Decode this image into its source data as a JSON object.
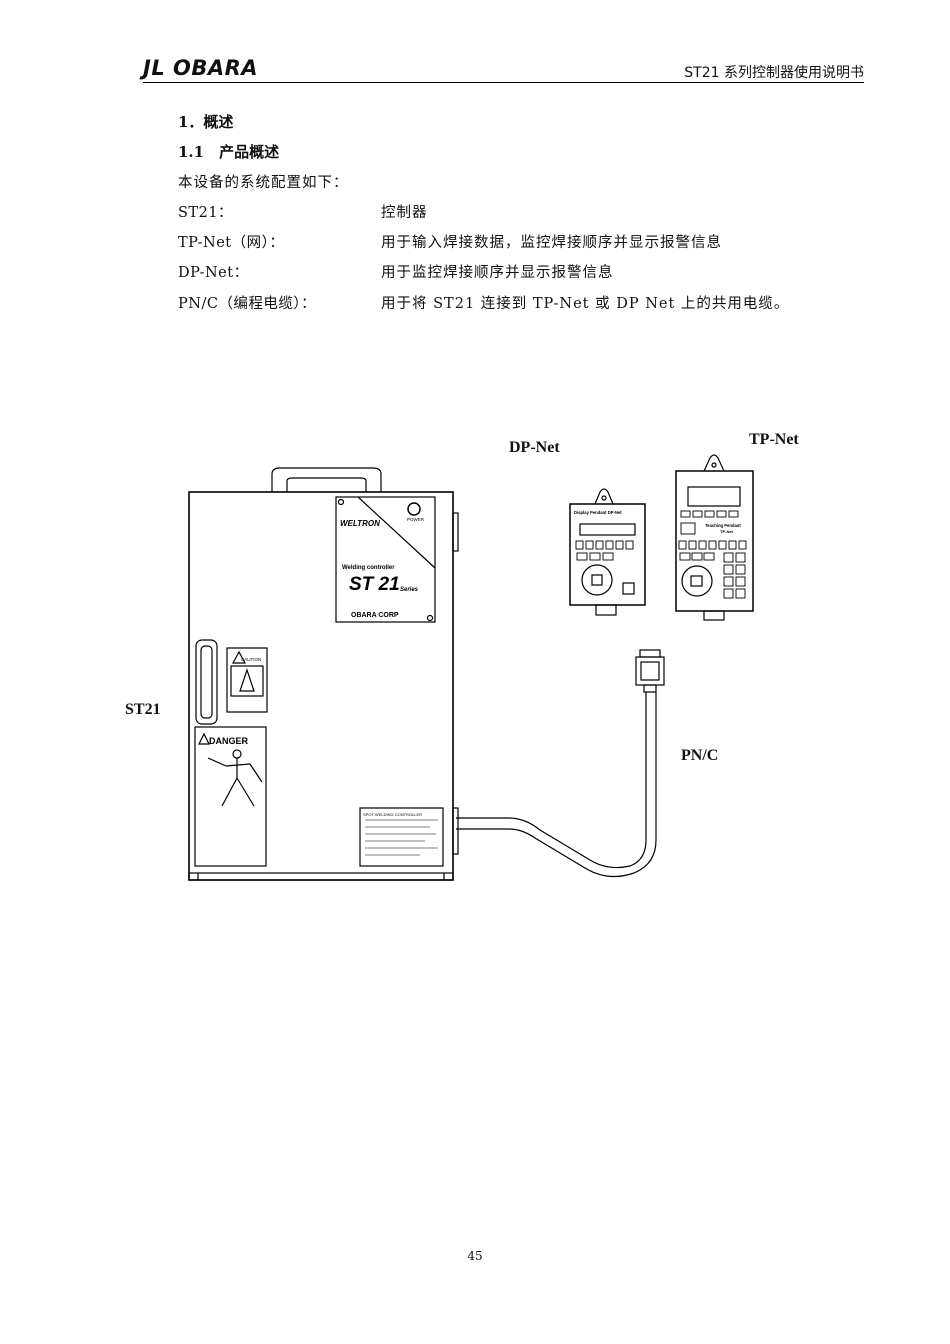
{
  "header": {
    "logo_text": "JL OBARA",
    "doc_title": "ST21 系列控制器使用说明书"
  },
  "section": {
    "heading": "1．概述",
    "subheading": "1.1　产品概述",
    "intro": "本设备的系统配置如下："
  },
  "components": [
    {
      "term": "ST21：",
      "desc": "控制器"
    },
    {
      "term": "TP-Net（网）：",
      "desc": "用于输入焊接数据，监控焊接顺序并显示报警信息"
    },
    {
      "term": "DP-Net：",
      "desc": "用于监控焊接顺序并显示报警信息"
    },
    {
      "term": "PN/C（编程电缆）：",
      "desc": "用于将 ST21 连接到 TP-Net 或 DP Net  上的共用电缆。"
    }
  ],
  "figure": {
    "label_dpnet": "DP-Net",
    "label_tpnet": "TP-Net",
    "label_st21": "ST21",
    "label_pnc": "PN/C",
    "panel_brand": "WELTRON",
    "panel_power": "POWER",
    "panel_subtitle": "Welding controller",
    "panel_model": "ST 21",
    "panel_series": "Series",
    "panel_maker": "OBARA CORP",
    "caution_text": "CAUTION",
    "danger_text": "DANGER",
    "dp_header": "Display Pendant   DP-Net",
    "tp_header": "Teaching Pendant",
    "tp_sub": "TP-Net",
    "nameplate_title": "SPOT WELDING CONTROLLER"
  },
  "footer": {
    "page_number": "45"
  }
}
